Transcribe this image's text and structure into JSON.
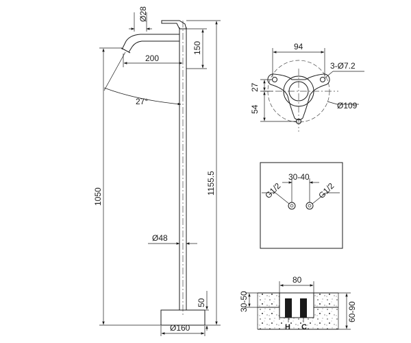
{
  "faucet": {
    "dim_spout_diameter": "Ø28",
    "dim_spout_height": "150",
    "dim_spout_reach": "200",
    "dim_angle": "27°",
    "dim_total_height": "1155.5",
    "dim_outlet_height": "1050",
    "dim_tube_diameter": "Ø48",
    "dim_base_height": "50",
    "dim_base_diameter": "Ø160"
  },
  "flange": {
    "dim_width": "94",
    "dim_holes": "3-Ø7.2",
    "dim_offset_upper": "27",
    "dim_offset_lower": "54",
    "dim_circle": "Ø109"
  },
  "connections": {
    "dim_spacing": "30-40",
    "label_left": "G1/2",
    "label_right": "G1/2"
  },
  "section": {
    "dim_width": "80",
    "dim_depth_left": "30-50",
    "dim_depth_right": "60-90",
    "label_hot": "H",
    "label_cold": "C"
  },
  "colors": {
    "line": "#1a1a1a",
    "background": "#ffffff"
  }
}
